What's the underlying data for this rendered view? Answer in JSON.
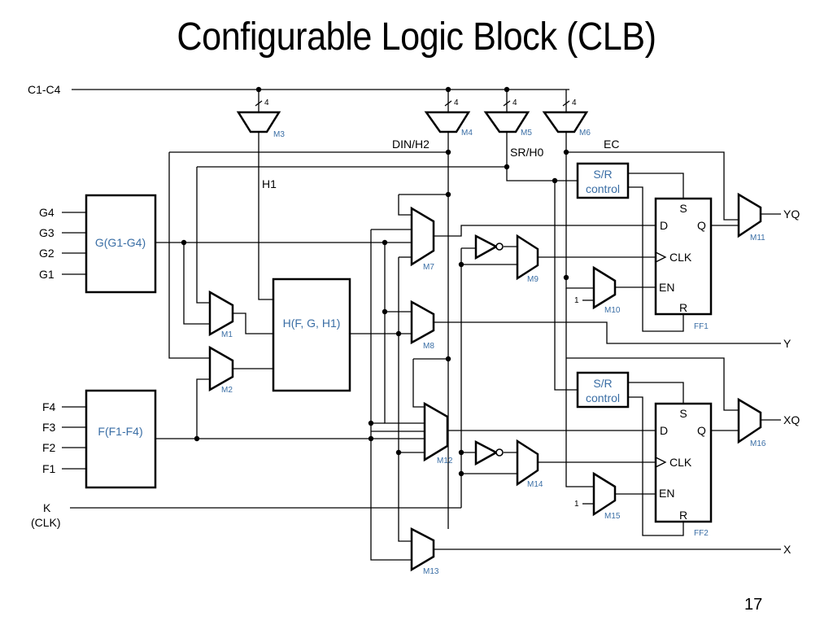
{
  "slide": {
    "title": "Configurable Logic Block (CLB)",
    "page_number": "17"
  },
  "inputs": {
    "c_bus": "C1-C4",
    "g": [
      "G4",
      "G3",
      "G2",
      "G1"
    ],
    "f": [
      "F4",
      "F3",
      "F2",
      "F1"
    ],
    "k": "K",
    "k_sub": "(CLK)"
  },
  "signals": {
    "h1": "H1",
    "din_h2": "DIN/H2",
    "sr_h0": "SR/H0",
    "ec": "EC",
    "bus_width": "4",
    "const_one": "1"
  },
  "blocks": {
    "g_lut": "G(G1-G4)",
    "f_lut": "F(F1-F4)",
    "h_lut": "H(F, G, H1)",
    "sr_control_line1": "S/R",
    "sr_control_line2": "control"
  },
  "flipflops": [
    {
      "name": "FF1",
      "pins": {
        "s": "S",
        "d": "D",
        "q": "Q",
        "clk": "CLK",
        "en": "EN",
        "r": "R"
      }
    },
    {
      "name": "FF2",
      "pins": {
        "s": "S",
        "d": "D",
        "q": "Q",
        "clk": "CLK",
        "en": "EN",
        "r": "R"
      }
    }
  ],
  "muxes": [
    "M1",
    "M2",
    "M3",
    "M4",
    "M5",
    "M6",
    "M7",
    "M8",
    "M9",
    "M10",
    "M11",
    "M12",
    "M13",
    "M14",
    "M15",
    "M16"
  ],
  "outputs": {
    "yq": "YQ",
    "y": "Y",
    "xq": "XQ",
    "x": "X"
  },
  "colors": {
    "label_blue": "#3a6ea5",
    "wire": "#000000"
  }
}
